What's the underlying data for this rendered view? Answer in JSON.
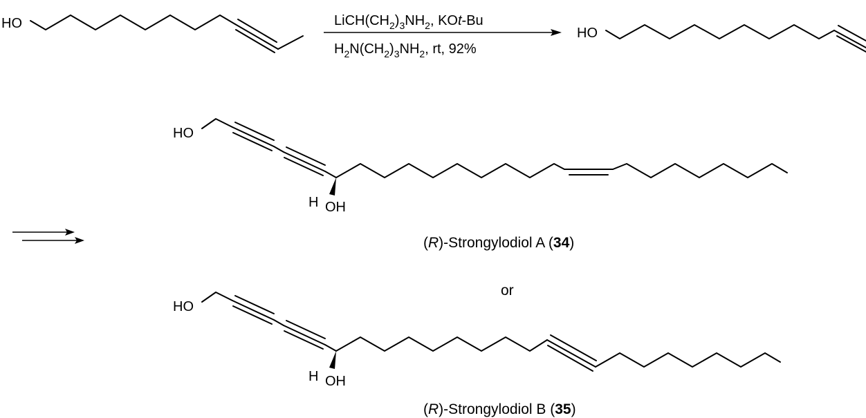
{
  "reaction": {
    "starting_material": {
      "oh_label": "HO"
    },
    "conditions": {
      "line1": {
        "a": "LiCH(CH",
        "a_sub": "2",
        "b": ")",
        "b_sub": "3",
        "c": "NH",
        "c_sub": "2",
        "d": ", KO",
        "e_italic": "t",
        "f": "-Bu"
      },
      "line2": {
        "a": "H",
        "a_sub": "2",
        "b": "N(CH",
        "b_sub": "2",
        "c": ")",
        "c_sub": "3",
        "d": "NH",
        "d_sub": "2",
        "e": ", rt, 92%"
      }
    },
    "product": {
      "oh_label": "HO"
    }
  },
  "compound_34": {
    "oh_top": "HO",
    "h_label": "H",
    "oh_bottom": "OH",
    "caption": {
      "open": "(",
      "stereo": "R",
      "name": ")-Strongylodiol A (",
      "number": "34",
      "close": ")"
    }
  },
  "connector": "or",
  "compound_35": {
    "oh_top": "HO",
    "h_label": "H",
    "oh_bottom": "OH",
    "caption": {
      "open": "(",
      "stereo": "R",
      "name": ")-Strongylodiol B (",
      "number": "35",
      "close": ")"
    }
  },
  "colors": {
    "ink": "#000000",
    "background": "#ffffff"
  }
}
